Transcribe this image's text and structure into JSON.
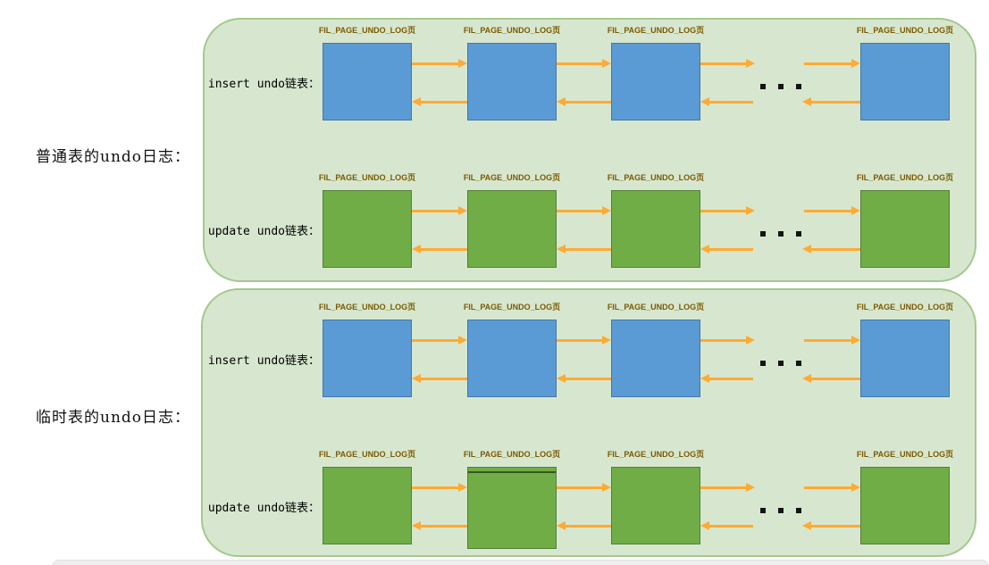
{
  "diagram": {
    "groups": [
      {
        "title": "普通表的undo日志：",
        "chains": [
          {
            "label": "insert undo链表：",
            "box_color_key": "blue"
          },
          {
            "label": "update undo链表：",
            "box_color_key": "green"
          }
        ]
      },
      {
        "title": "临时表的undo日志：",
        "chains": [
          {
            "label": "insert undo链表：",
            "box_color_key": "blue"
          },
          {
            "label": "update undo链表：",
            "box_color_key": "green"
          }
        ]
      }
    ],
    "page_label": "FIL_PAGE_UNDO_LOG页",
    "pages_per_chain": 4,
    "ellipsis_dot_count": 3,
    "colors": {
      "container_fill": "#d7e7cf",
      "container_border": "#a3c98c",
      "blue_fill": "#5b9bd5",
      "blue_border": "#4677a3",
      "green_fill": "#70ad47",
      "green_border": "#557f35",
      "arrow": "#ffaa33",
      "page_label_text": "#7b5a00",
      "dot": "#141414"
    }
  }
}
